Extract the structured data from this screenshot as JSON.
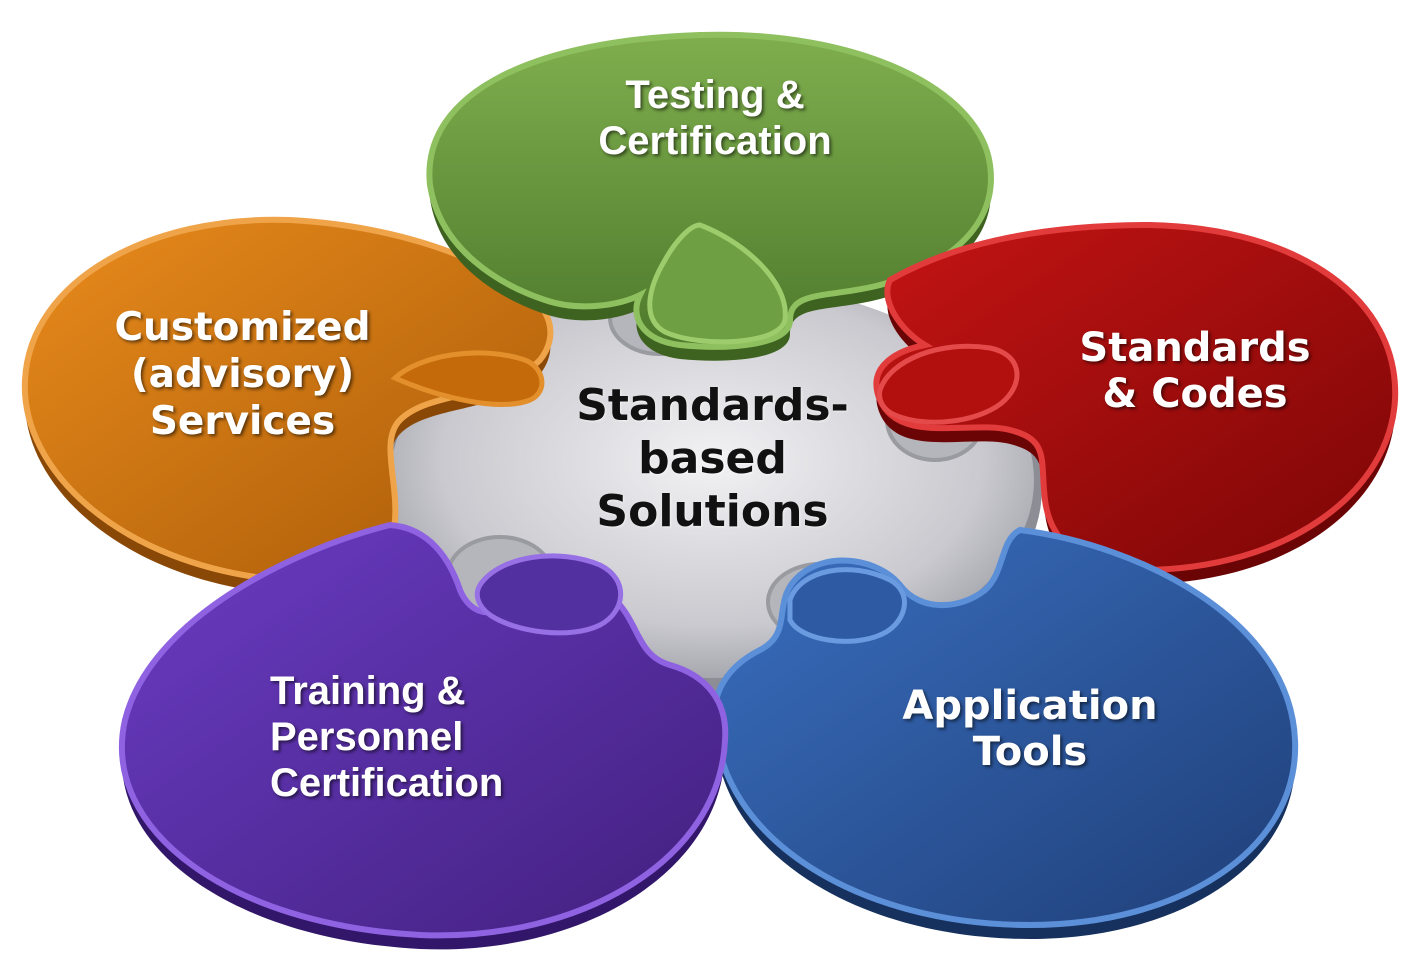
{
  "center": {
    "lines": [
      "Standards-",
      "based",
      "Solutions"
    ]
  },
  "petals": {
    "testing": {
      "lines": [
        "Testing &",
        "Certification"
      ],
      "color": "#5f8f3a"
    },
    "standards": {
      "lines": [
        "Standards",
        "& Codes"
      ],
      "color": "#a80c0c"
    },
    "tools": {
      "lines": [
        "Application",
        "Tools"
      ],
      "color": "#2a4f8f"
    },
    "training": {
      "lines": [
        "Training &",
        "Personnel",
        "Certification"
      ],
      "color": "#5a2aa0"
    },
    "customized": {
      "lines": [
        "Customized",
        "(advisory)",
        "Services"
      ],
      "color": "#d4770e"
    }
  }
}
